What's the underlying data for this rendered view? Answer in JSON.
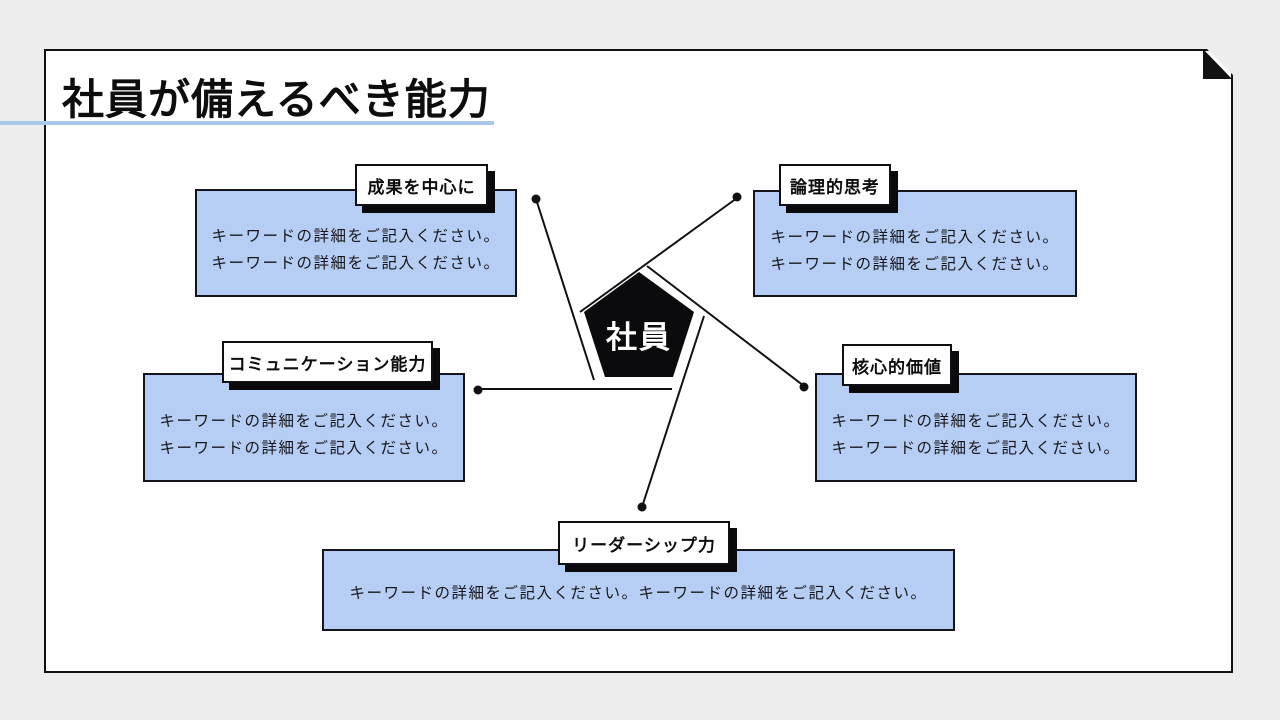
{
  "slide": {
    "title": "社員が備えるべき能力",
    "center": {
      "label": "社員"
    },
    "items": [
      {
        "key": "results-focused",
        "label": "成果を中心に",
        "body": [
          "キーワードの詳細をご記入ください。",
          "キーワードの詳細をご記入ください。"
        ]
      },
      {
        "key": "logical-thinking",
        "label": "論理的思考",
        "body": [
          "キーワードの詳細をご記入ください。",
          "キーワードの詳細をご記入ください。"
        ]
      },
      {
        "key": "communication",
        "label": "コミュニケーション能力",
        "body": [
          "キーワードの詳細をご記入ください。",
          "キーワードの詳細をご記入ください。"
        ]
      },
      {
        "key": "core-values",
        "label": "核心的価値",
        "body": [
          "キーワードの詳細をご記入ください。",
          "キーワードの詳細をご記入ください。"
        ]
      },
      {
        "key": "leadership",
        "label": "リーダーシップ力",
        "body": [
          "キーワードの詳細をご記入ください。キーワードの詳細をご記入ください。"
        ]
      }
    ],
    "colors": {
      "page_bg": "#ededed",
      "card_bg": "#ffffff",
      "ink": "#111111",
      "box_fill": "#b6cef3",
      "accent_underline": "#a9c6eb"
    }
  }
}
